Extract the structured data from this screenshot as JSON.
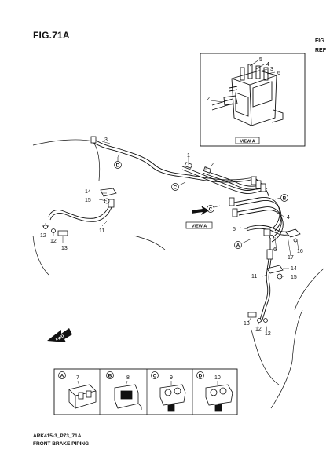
{
  "figure": {
    "title": "FIG.71A",
    "right_partial": [
      "FIG",
      "REF"
    ]
  },
  "view_a_label": "VIEW A",
  "fwd_label": "FWD",
  "callouts": {
    "n1": "1",
    "n2": "2",
    "n3": "3",
    "n4": "4",
    "n5": "5",
    "n6": "6",
    "n7": "7",
    "n8": "8",
    "n9": "9",
    "n10": "10",
    "n11": "11",
    "n12": "12",
    "n13": "13",
    "n14": "14",
    "n15": "15",
    "n16": "16",
    "n17": "17"
  },
  "inset_callouts": {
    "a5": "5",
    "a4": "4",
    "a3": "3",
    "a6": "6",
    "a2": "2"
  },
  "detail_letters": {
    "A": "A",
    "B": "B",
    "C": "C",
    "D": "D"
  },
  "footer": {
    "code": "ARK415-3_P73_71A",
    "name": "FRONT BRAKE PIPING"
  }
}
